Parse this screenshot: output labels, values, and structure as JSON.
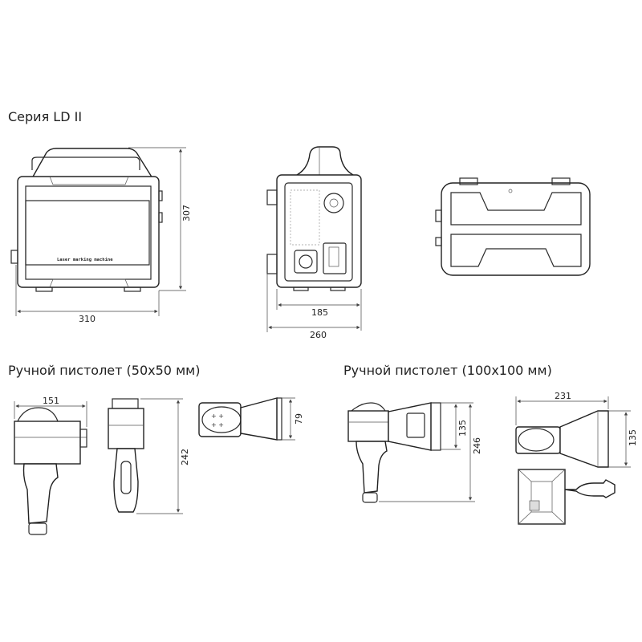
{
  "series_title": "Серия LD II",
  "machine": {
    "label": "Laser marking machine",
    "front_width": "310",
    "front_height": "307",
    "side_inner_width": "185",
    "side_total_width": "260"
  },
  "gun_small": {
    "title": "Ручной пистолет (50x50 мм)",
    "length": "151",
    "height": "242",
    "head": "79"
  },
  "gun_large": {
    "title": "Ручной пистолет (100x100 мм)",
    "head_height": "135",
    "total_height": "246",
    "top_length": "231",
    "top_head": "135"
  }
}
